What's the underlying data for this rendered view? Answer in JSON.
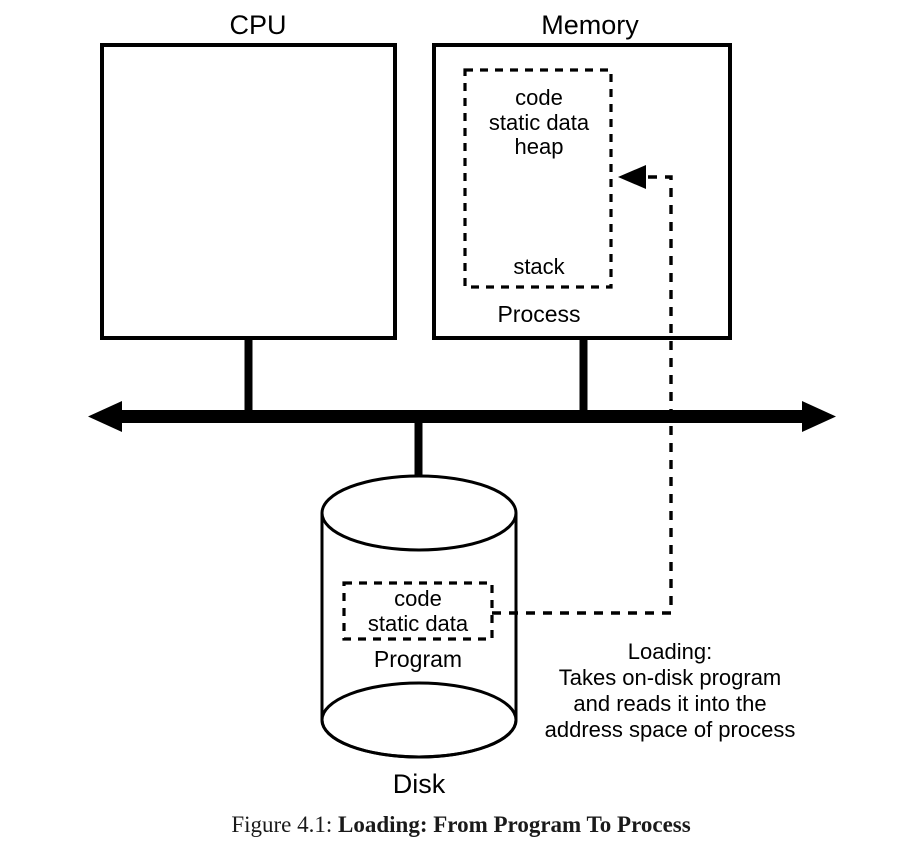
{
  "figure": {
    "caption_prefix": "Figure 4.1:",
    "caption_title": "Loading: From Program To Process"
  },
  "cpu": {
    "title": "CPU"
  },
  "memory": {
    "title": "Memory",
    "process_label": "Process",
    "process_segments_top": [
      "code",
      "static data",
      "heap"
    ],
    "process_segment_bottom": "stack"
  },
  "disk": {
    "title": "Disk",
    "program_label": "Program",
    "program_segments": [
      "code",
      "static data"
    ]
  },
  "annotation": {
    "lines": [
      "Loading:",
      "Takes on-disk program",
      "and reads it into the",
      "address space of process"
    ]
  },
  "colors": {
    "stroke": "#000000",
    "background": "#ffffff",
    "caption_text": "#1a1a1a"
  }
}
